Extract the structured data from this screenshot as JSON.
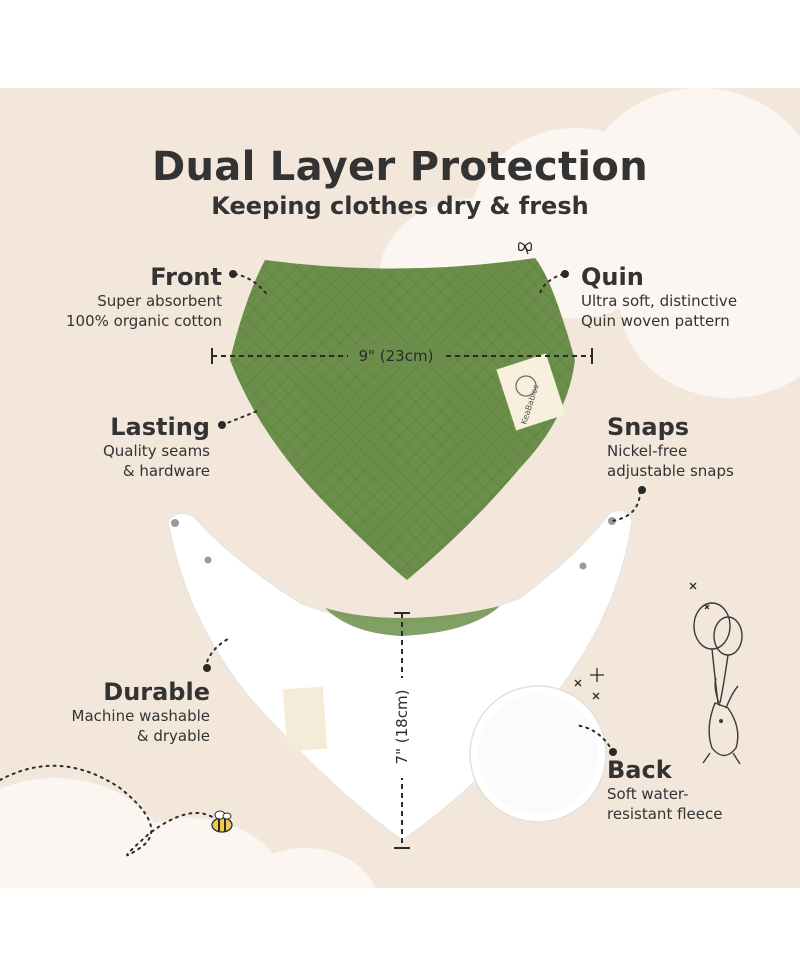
{
  "heading": {
    "title": "Dual Layer Protection",
    "subtitle": "Keeping clothes dry & fresh"
  },
  "features": {
    "front": {
      "title": "Front",
      "line1": "Super absorbent",
      "line2": "100% organic cotton"
    },
    "quin": {
      "title": "Quin",
      "line1": "Ultra soft, distinctive",
      "line2": "Quin woven pattern"
    },
    "lasting": {
      "title": "Lasting",
      "line1": "Quality seams",
      "line2": "& hardware"
    },
    "snaps": {
      "title": "Snaps",
      "line1": "Nickel-free",
      "line2": "adjustable snaps"
    },
    "durable": {
      "title": "Durable",
      "line1": "Machine washable",
      "line2": "& dryable"
    },
    "back": {
      "title": "Back",
      "line1": "Soft water-",
      "line2": "resistant fleece"
    }
  },
  "dimensions": {
    "width": "9\" (23cm)",
    "height": "7\" (18cm)"
  },
  "brand_tag": "KeaBabies",
  "colors": {
    "background": "#f3e7dc",
    "cloud": "#fbf6f1",
    "green_bib": "#6b8f4a",
    "fleece": "#ffffff",
    "text": "#333333"
  },
  "icons": [
    "butterfly-icon",
    "bee-icon",
    "balloon-bunny-icon",
    "sparkle-icon"
  ]
}
